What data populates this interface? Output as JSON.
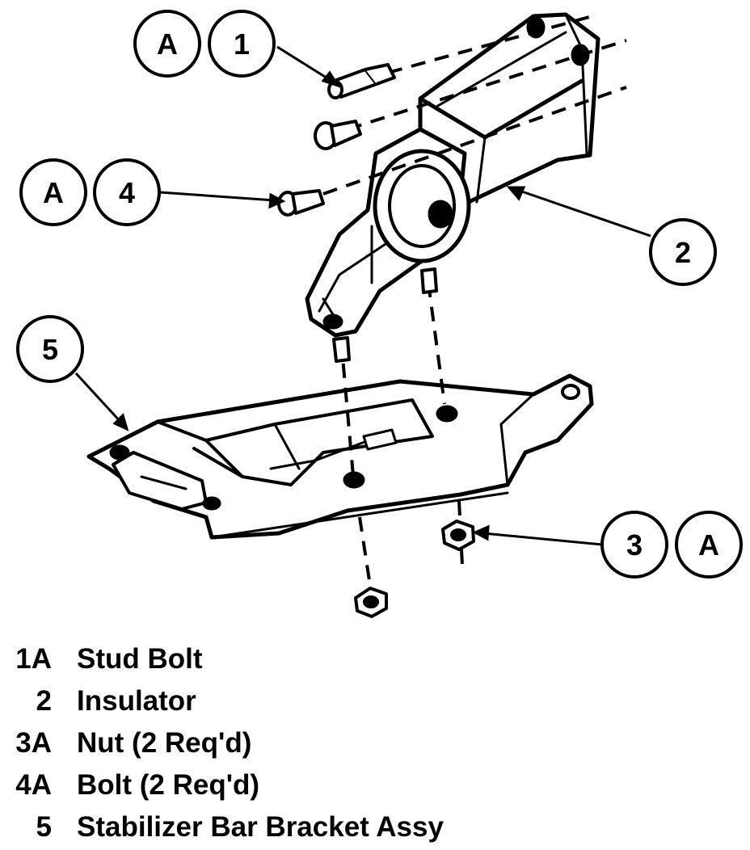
{
  "callouts": {
    "c1": [
      "A",
      "1"
    ],
    "c4": [
      "A",
      "4"
    ],
    "c2": [
      "2"
    ],
    "c5": [
      "5"
    ],
    "c3": [
      "3",
      "A"
    ]
  },
  "legend": [
    {
      "code": "1A",
      "desc": "Stud Bolt"
    },
    {
      "code": "2",
      "desc": "Insulator"
    },
    {
      "code": "3A",
      "desc": "Nut (2 Req'd)"
    },
    {
      "code": "4A",
      "desc": "Bolt (2 Req'd)"
    },
    {
      "code": "5",
      "desc": "Stabilizer Bar Bracket Assy"
    }
  ]
}
